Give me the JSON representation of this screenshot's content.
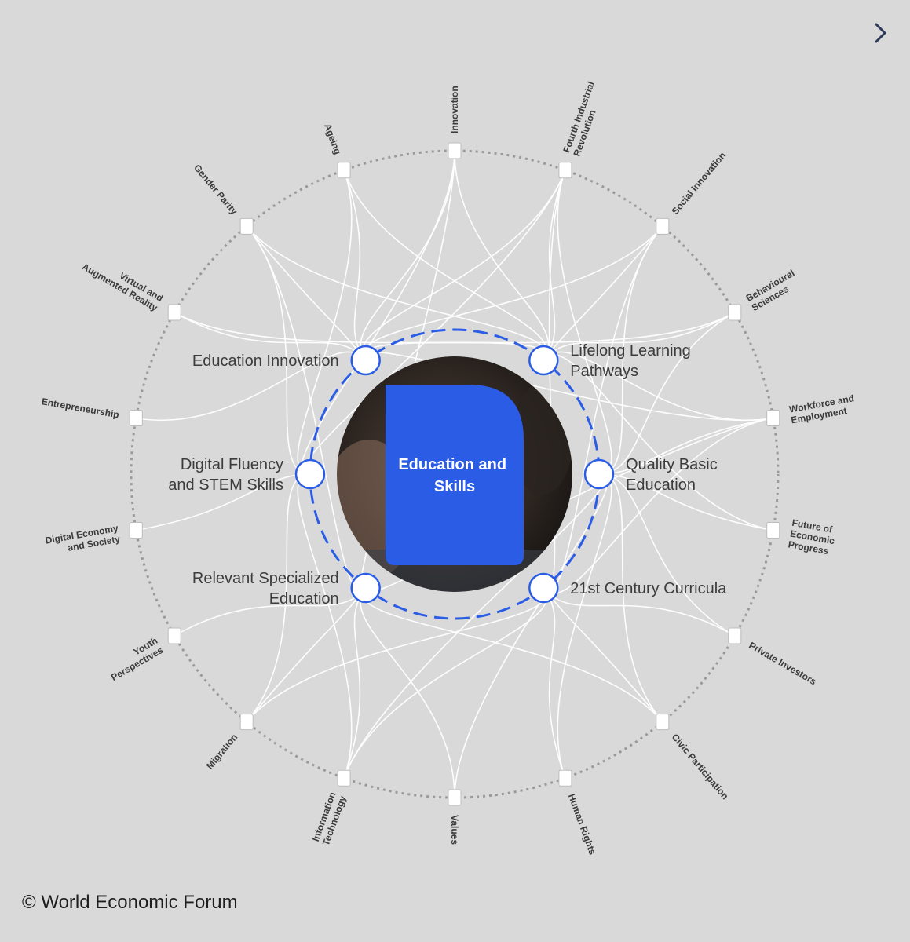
{
  "center": {
    "title_lines": [
      "Education and",
      "Skills"
    ],
    "card_color": "#2b5ce6"
  },
  "ring_color": "#2b5ce6",
  "inner_nodes": [
    {
      "id": "edu-innovation",
      "lines": [
        "Education Innovation"
      ],
      "align": "left"
    },
    {
      "id": "lifelong",
      "lines": [
        "Lifelong Learning",
        "Pathways"
      ],
      "align": "right"
    },
    {
      "id": "quality-basic",
      "lines": [
        "Quality Basic",
        "Education"
      ],
      "align": "right"
    },
    {
      "id": "21st-century",
      "lines": [
        "21st Century Curricula"
      ],
      "align": "right"
    },
    {
      "id": "relevant-specialized",
      "lines": [
        "Relevant Specialized",
        "Education"
      ],
      "align": "left"
    },
    {
      "id": "digital-fluency",
      "lines": [
        "Digital Fluency",
        "and STEM Skills"
      ],
      "align": "left"
    }
  ],
  "outer_nodes": [
    {
      "id": "innovation",
      "lines": [
        "Innovation"
      ]
    },
    {
      "id": "fourth-ir",
      "lines": [
        "Fourth Industrial",
        "Revolution"
      ]
    },
    {
      "id": "social-innovation",
      "lines": [
        "Social Innovation"
      ]
    },
    {
      "id": "behavioural-sciences",
      "lines": [
        "Behavioural",
        "Sciences"
      ]
    },
    {
      "id": "workforce",
      "lines": [
        "Workforce and",
        "Employment"
      ]
    },
    {
      "id": "future-econ",
      "lines": [
        "Future of",
        "Economic",
        "Progress"
      ]
    },
    {
      "id": "private-investors",
      "lines": [
        "Private Investors"
      ]
    },
    {
      "id": "civic",
      "lines": [
        "Civic Participation"
      ]
    },
    {
      "id": "human-rights",
      "lines": [
        "Human Rights"
      ]
    },
    {
      "id": "values",
      "lines": [
        "Values"
      ]
    },
    {
      "id": "info-tech",
      "lines": [
        "Information",
        "Technology"
      ]
    },
    {
      "id": "migration",
      "lines": [
        "Migration"
      ]
    },
    {
      "id": "youth",
      "lines": [
        "Youth",
        "Perspectives"
      ]
    },
    {
      "id": "digital-economy",
      "lines": [
        "Digital Economy",
        "and Society"
      ]
    },
    {
      "id": "entrepreneurship",
      "lines": [
        "Entrepreneurship"
      ]
    },
    {
      "id": "vr-ar",
      "lines": [
        "Virtual and",
        "Augmented Reality"
      ]
    },
    {
      "id": "gender-parity",
      "lines": [
        "Gender Parity"
      ]
    },
    {
      "id": "ageing",
      "lines": [
        "Ageing"
      ]
    }
  ],
  "links": [
    [
      "edu-innovation",
      "innovation"
    ],
    [
      "edu-innovation",
      "fourth-ir"
    ],
    [
      "edu-innovation",
      "social-innovation"
    ],
    [
      "edu-innovation",
      "gender-parity"
    ],
    [
      "edu-innovation",
      "ageing"
    ],
    [
      "edu-innovation",
      "vr-ar"
    ],
    [
      "edu-innovation",
      "entrepreneurship"
    ],
    [
      "edu-innovation",
      "behavioural-sciences"
    ],
    [
      "edu-innovation",
      "workforce"
    ],
    [
      "lifelong",
      "innovation"
    ],
    [
      "lifelong",
      "fourth-ir"
    ],
    [
      "lifelong",
      "social-innovation"
    ],
    [
      "lifelong",
      "ageing"
    ],
    [
      "lifelong",
      "gender-parity"
    ],
    [
      "lifelong",
      "behavioural-sciences"
    ],
    [
      "lifelong",
      "workforce"
    ],
    [
      "lifelong",
      "future-econ"
    ],
    [
      "lifelong",
      "vr-ar"
    ],
    [
      "quality-basic",
      "fourth-ir"
    ],
    [
      "quality-basic",
      "social-innovation"
    ],
    [
      "quality-basic",
      "workforce"
    ],
    [
      "quality-basic",
      "future-econ"
    ],
    [
      "quality-basic",
      "private-investors"
    ],
    [
      "quality-basic",
      "civic"
    ],
    [
      "quality-basic",
      "human-rights"
    ],
    [
      "quality-basic",
      "values"
    ],
    [
      "quality-basic",
      "info-tech"
    ],
    [
      "quality-basic",
      "behavioural-sciences"
    ],
    [
      "21st-century",
      "fourth-ir"
    ],
    [
      "21st-century",
      "workforce"
    ],
    [
      "21st-century",
      "info-tech"
    ],
    [
      "21st-century",
      "migration"
    ],
    [
      "21st-century",
      "civic"
    ],
    [
      "21st-century",
      "human-rights"
    ],
    [
      "21st-century",
      "private-investors"
    ],
    [
      "21st-century",
      "social-innovation"
    ],
    [
      "relevant-specialized",
      "youth"
    ],
    [
      "relevant-specialized",
      "migration"
    ],
    [
      "relevant-specialized",
      "info-tech"
    ],
    [
      "relevant-specialized",
      "gender-parity"
    ],
    [
      "relevant-specialized",
      "innovation"
    ],
    [
      "relevant-specialized",
      "values"
    ],
    [
      "relevant-specialized",
      "civic"
    ],
    [
      "relevant-specialized",
      "workforce"
    ],
    [
      "digital-fluency",
      "digital-economy"
    ],
    [
      "digital-fluency",
      "info-tech"
    ],
    [
      "digital-fluency",
      "fourth-ir"
    ],
    [
      "digital-fluency",
      "innovation"
    ],
    [
      "digital-fluency",
      "ageing"
    ],
    [
      "digital-fluency",
      "gender-parity"
    ],
    [
      "digital-fluency",
      "migration"
    ]
  ],
  "footer": {
    "copyright": "© World Economic Forum"
  },
  "nav": {
    "next_icon": "chevron-right-icon",
    "next_color": "#2d3a5a"
  }
}
